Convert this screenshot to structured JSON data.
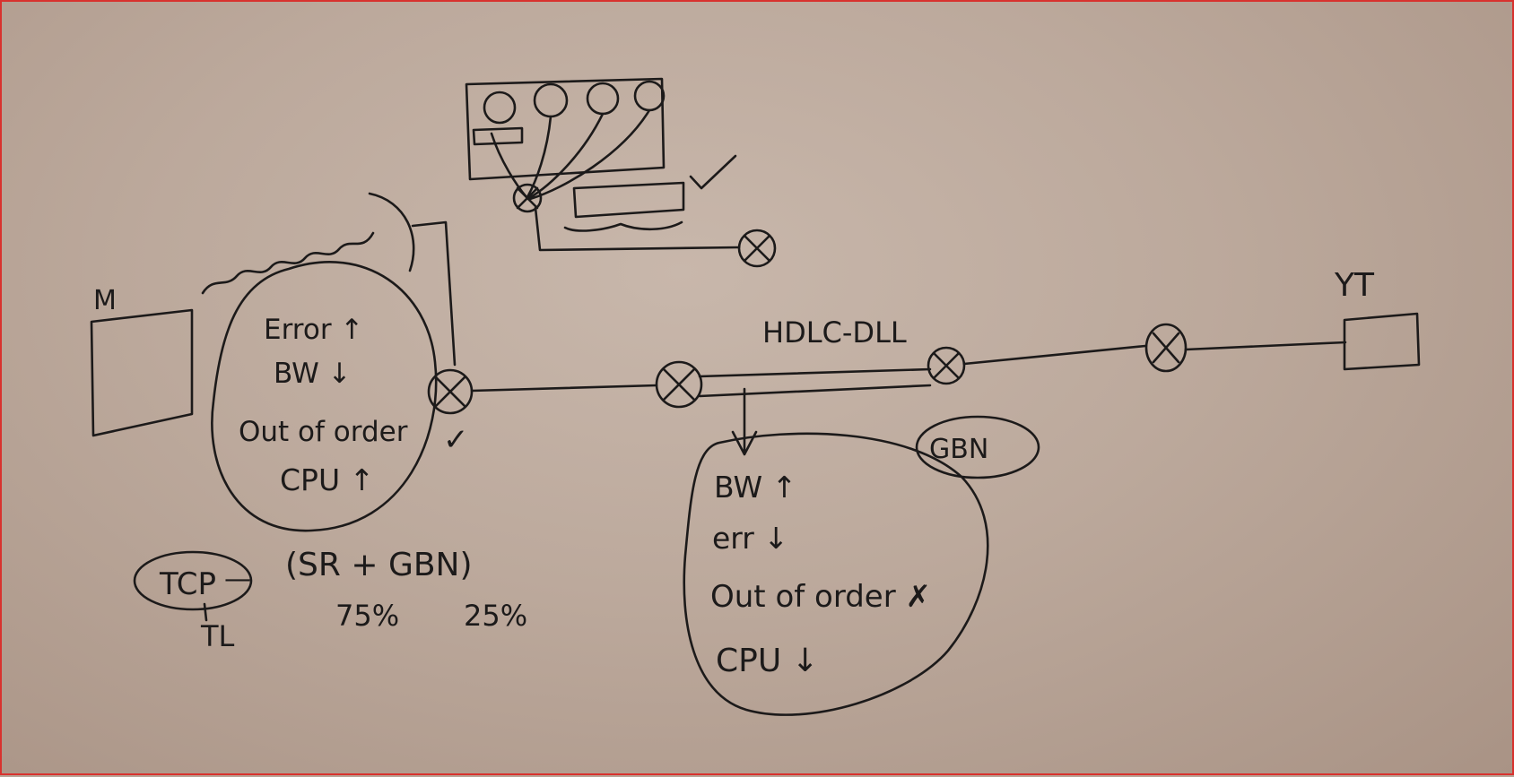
{
  "labels": {
    "m": "M",
    "yt": "YT",
    "hdlc": "HDLC-DLL",
    "tcp": "TCP",
    "dash": "—",
    "tl": "TL",
    "sr_gbn": "(SR + GBN)",
    "pct_sr": "75%",
    "pct_gbn": "25%",
    "gbn": "GBN"
  },
  "left_bubble": {
    "line1": "Error ↑",
    "line2": "BW ↓",
    "line3": "Out of order",
    "line4": "CPU ↑"
  },
  "right_bubble": {
    "line1": "BW ↑",
    "line2": "err ↓",
    "line3": "Out of order ✗",
    "line4": "CPU ↓"
  },
  "marks": {
    "check": "✓"
  }
}
